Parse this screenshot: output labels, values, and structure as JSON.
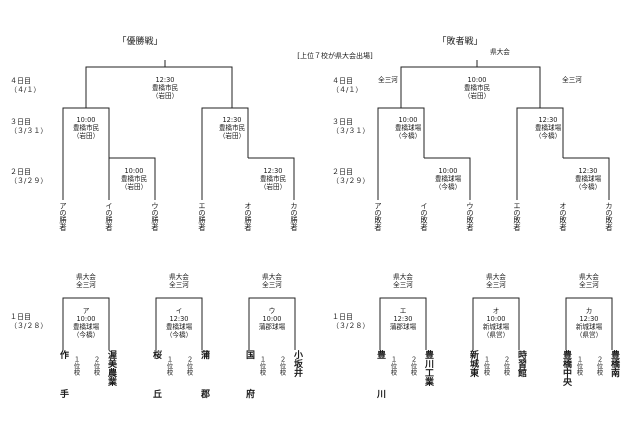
{
  "winners_title": "「優勝戦」",
  "losers_title": "「敗者戦」",
  "top7_note": "[上位７校が県大会出場]",
  "day_labels": {
    "day4": "４日目",
    "day4_date": "（４/１）",
    "day3": "３日目",
    "day3_date": "（３/３１）",
    "day2": "２日目",
    "day2_date": "（３/２９）",
    "day1": "１日目",
    "day1_date": "（３/２８）"
  },
  "labels": {
    "prefecture_meet": "県大会",
    "east_mikawa": "全三河",
    "place_1": "１位校",
    "place_2": "２位校"
  },
  "winners": {
    "final": {
      "time": "12:30",
      "venue": "豊橋市民",
      "sub": "（岩田）"
    },
    "semi_left": {
      "time": "10:00",
      "venue": "豊橋市民",
      "sub": "（岩田）"
    },
    "semi_right": {
      "time": "12:30",
      "venue": "豊橋市民",
      "sub": "（岩田）"
    },
    "qf_left": {
      "time": "10:00",
      "venue": "豊橋市民",
      "sub": "（岩田）"
    },
    "qf_right": {
      "time": "12:30",
      "venue": "豊橋市民",
      "sub": "（岩田）"
    },
    "entrants": [
      "アの勝者",
      "イの勝者",
      "ウの勝者",
      "エの勝者",
      "オの勝者",
      "カの勝者"
    ]
  },
  "losers": {
    "final": {
      "time": "10:00",
      "venue": "豊橋市民",
      "sub": "（岩田）"
    },
    "semi_left": {
      "time": "10:00",
      "venue": "豊橋球場",
      "sub": "（今橋）"
    },
    "semi_right": {
      "time": "12:30",
      "venue": "豊橋球場",
      "sub": "（今橋）"
    },
    "qf_left": {
      "time": "10:00",
      "venue": "豊橋球場",
      "sub": "（今橋）"
    },
    "qf_right": {
      "time": "12:30",
      "venue": "豊橋球場",
      "sub": "（今橋）"
    },
    "entrants": [
      "アの敗者",
      "イの敗者",
      "ウの敗者",
      "エの敗者",
      "オの敗者",
      "カの敗者"
    ]
  },
  "day1_games": [
    {
      "letter": "ア",
      "time": "10:00",
      "venue": "豊橋球場",
      "sub": "（今橋）",
      "left_team": "作手",
      "right_team": "渥美農業"
    },
    {
      "letter": "イ",
      "time": "12:30",
      "venue": "豊橋球場",
      "sub": "（今橋）",
      "left_team": "桜丘",
      "right_team": "蒲郡"
    },
    {
      "letter": "ウ",
      "time": "10:00",
      "venue": "蒲郡球場",
      "sub": "",
      "left_team": "国府",
      "right_team": "小坂井"
    },
    {
      "letter": "エ",
      "time": "12:30",
      "venue": "蒲郡球場",
      "sub": "",
      "left_team": "豊川",
      "right_team": "豊川工業"
    },
    {
      "letter": "オ",
      "time": "10:00",
      "venue": "新城球場",
      "sub": "（県営）",
      "left_team": "新城東",
      "right_team": "時習館"
    },
    {
      "letter": "カ",
      "time": "12:30",
      "venue": "新城球場",
      "sub": "（県営）",
      "left_team": "豊橋中央",
      "right_team": "豊橋南"
    }
  ]
}
